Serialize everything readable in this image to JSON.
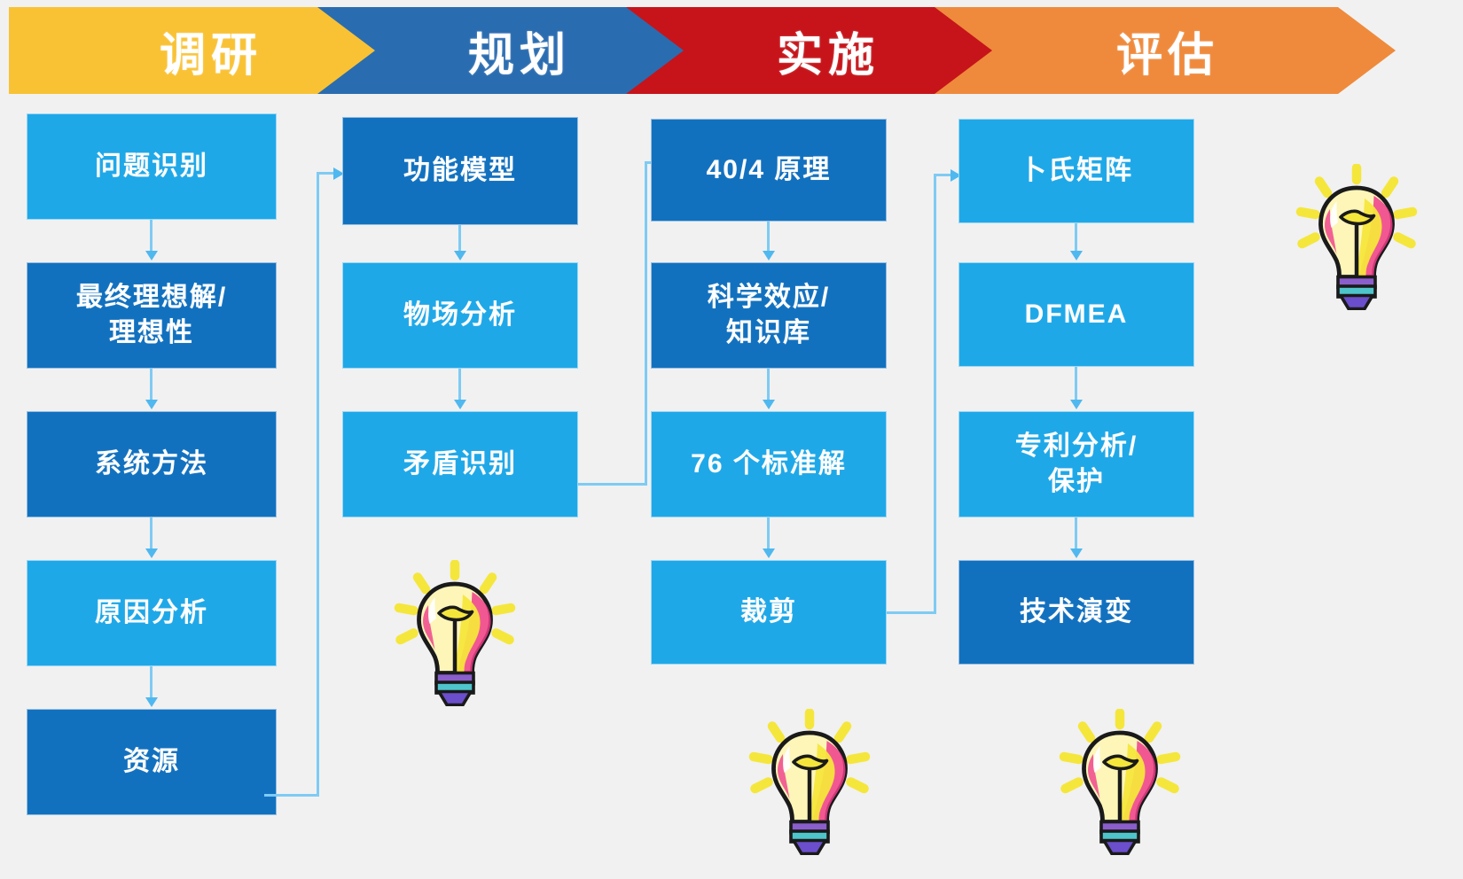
{
  "phases": [
    {
      "label": "调研",
      "color": "#f9c234"
    },
    {
      "label": "规划",
      "color": "#2a6cb0"
    },
    {
      "label": "实施",
      "color": "#c6141a"
    },
    {
      "label": "评估",
      "color": "#ef8a3c"
    }
  ],
  "colors": {
    "light_blue": "#1fa8e8",
    "dark_blue": "#1271bf",
    "connector": "#7ecbf4",
    "arrow": "#4fb8ef",
    "background": "#f1f1f1",
    "bulb_glow": "#f5e63c",
    "bulb_pink": "#ef3c8a",
    "bulb_purple": "#7b4ecb"
  },
  "columns": [
    {
      "phase": "调研",
      "boxes": [
        {
          "label": "问题识别",
          "shade": "light"
        },
        {
          "label": "最终理想解/\n理想性",
          "shade": "dark"
        },
        {
          "label": "系统方法",
          "shade": "dark"
        },
        {
          "label": "原因分析",
          "shade": "light"
        },
        {
          "label": "资源",
          "shade": "dark"
        }
      ]
    },
    {
      "phase": "规划",
      "boxes": [
        {
          "label": "功能模型",
          "shade": "dark"
        },
        {
          "label": "物场分析",
          "shade": "light"
        },
        {
          "label": "矛盾识别",
          "shade": "light"
        }
      ]
    },
    {
      "phase": "实施",
      "boxes": [
        {
          "label": "40/4 原理",
          "shade": "dark"
        },
        {
          "label": "科学效应/\n知识库",
          "shade": "dark"
        },
        {
          "label": "76 个标准解",
          "shade": "light"
        },
        {
          "label": "裁剪",
          "shade": "light"
        }
      ]
    },
    {
      "phase": "评估",
      "boxes": [
        {
          "label": "卜氏矩阵",
          "shade": "light"
        },
        {
          "label": "DFMEA",
          "shade": "light"
        },
        {
          "label": "专利分析/\n保护",
          "shade": "light"
        },
        {
          "label": "技术演变",
          "shade": "dark"
        }
      ]
    }
  ],
  "icons": [
    {
      "name": "lightbulb-icon",
      "position": "top-right"
    },
    {
      "name": "lightbulb-icon",
      "position": "column-2-bottom"
    },
    {
      "name": "lightbulb-icon",
      "position": "column-3-bottom"
    },
    {
      "name": "lightbulb-icon",
      "position": "column-4-bottom"
    }
  ]
}
